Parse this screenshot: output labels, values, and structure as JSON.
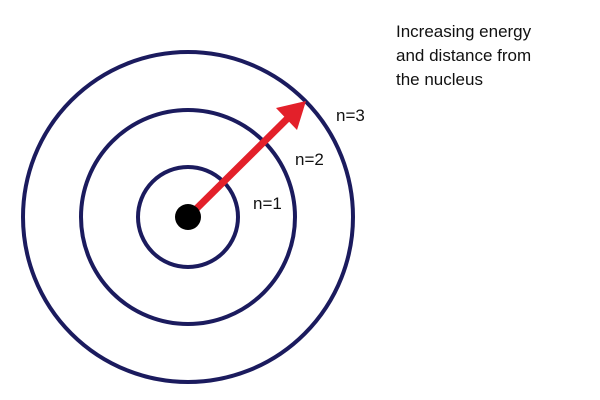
{
  "caption": {
    "lines": [
      "Increasing energy",
      "and distance from",
      "the nucleus"
    ]
  },
  "orbits": [
    {
      "label": "n=1"
    },
    {
      "label": "n=2"
    },
    {
      "label": "n=3"
    }
  ],
  "colors": {
    "orbit": "#1b1b5e",
    "arrow": "#e3202a",
    "nucleus": "#000000",
    "text": "#111111"
  }
}
